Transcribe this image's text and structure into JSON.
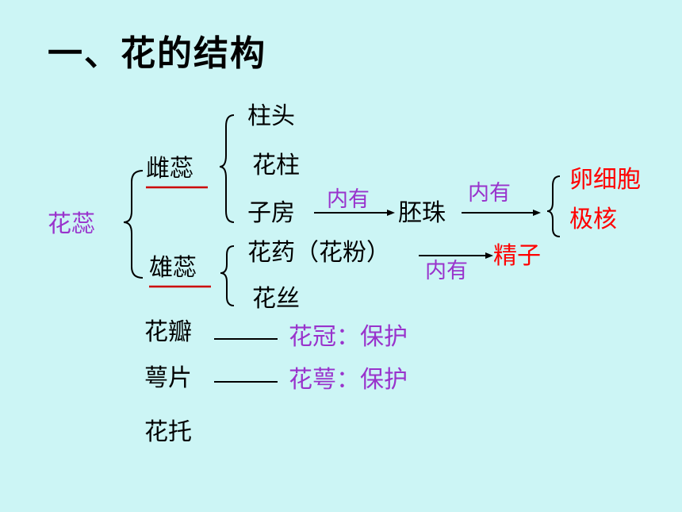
{
  "title": "一、花的结构",
  "nodes": {
    "huarui": "花蕊",
    "cirui": "雌蕊",
    "xiongrui": "雄蕊",
    "zhutou": "柱头",
    "huazhu": "花柱",
    "zifang": "子房",
    "peizhu": "胚珠",
    "luanxibao": "卵细胞",
    "jihe": "极核",
    "huayao": "花药（花粉）",
    "jingzi": "精子",
    "huasi": "花丝",
    "huaban": "花瓣",
    "huaguan": "花冠：保护",
    "epian": "萼片",
    "huae": "花萼：保护",
    "huatuo": "花托"
  },
  "edge_labels": {
    "zifang_peizhu": "内有",
    "peizhu_nucleus": "内有",
    "huayao_jingzi": "内有"
  },
  "colors": {
    "background": "#ccf5f5",
    "text": "#000000",
    "highlight_purple": "#9933cc",
    "highlight_red": "#ff0000",
    "underline": "#cc0000"
  }
}
